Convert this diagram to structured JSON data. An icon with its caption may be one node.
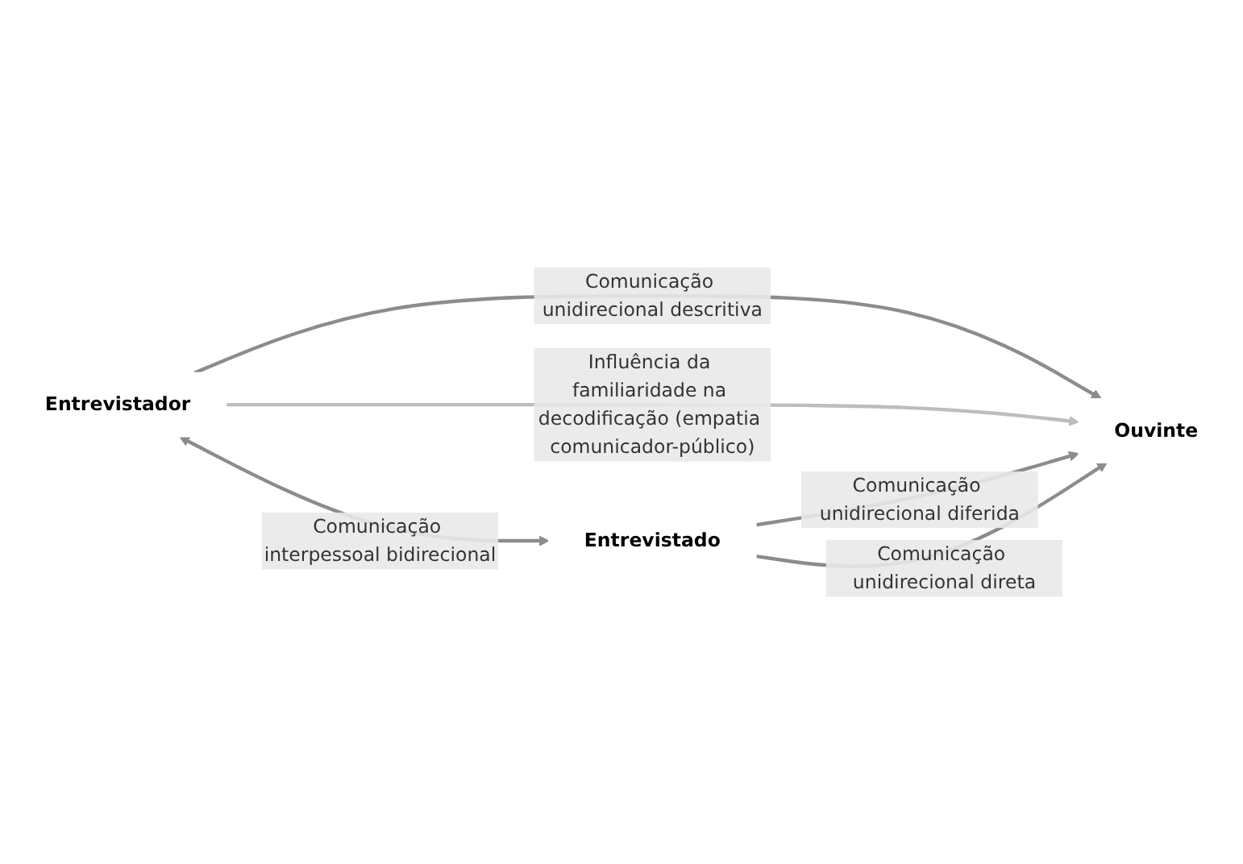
{
  "diagram": {
    "nodes": [
      {
        "text": [
          "Entrevistador"
        ]
      },
      {
        "text": [
          "Entrevistado"
        ]
      },
      {
        "text": [
          "Ouvinte"
        ]
      }
    ],
    "edges": [
      {
        "from": 0,
        "to": 1,
        "arrow": "both",
        "label": "Comunicação interpessoal bidirecional"
      },
      {
        "from": 0,
        "to": 2,
        "arrow": "to",
        "label": "Comunicação unidirecional descritiva"
      },
      {
        "from": 0,
        "to": 2,
        "arrow": "to",
        "label": "Influência da familiaridade na decodificação (empatia comunicador-público)",
        "color": "#bdbdbd"
      },
      {
        "from": 1,
        "to": 2,
        "arrow": "to",
        "label": "Comunicação unidirecional diferida"
      },
      {
        "from": 1,
        "to": 2,
        "arrow": "to",
        "label": "Comunicação unidirecional direta"
      }
    ]
  }
}
